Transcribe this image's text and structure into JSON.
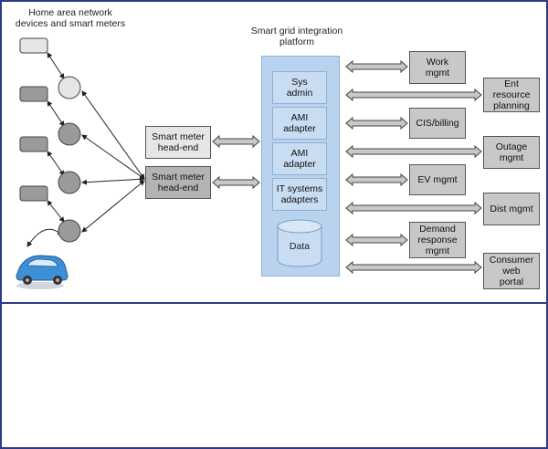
{
  "labels": {
    "home_area_title": "Home area network\ndevices and smart meters",
    "platform_title": "Smart grid integration\nplatform"
  },
  "headends": [
    {
      "label": "Smart meter\nhead-end"
    },
    {
      "label": "Smart meter\nhead-end"
    }
  ],
  "platform_modules": [
    {
      "label": "Sys\nadmin"
    },
    {
      "label": "AMI\nadapter"
    },
    {
      "label": "AMI\nadapter"
    },
    {
      "label": "IT systems\nadapters"
    }
  ],
  "data_store": {
    "label": "Data"
  },
  "systems": [
    {
      "label": "Work\nmgmt"
    },
    {
      "label": "Ent\nresource\nplanning"
    },
    {
      "label": "CIS/billing"
    },
    {
      "label": "Outage\nmgmt"
    },
    {
      "label": "EV mgmt"
    },
    {
      "label": "Dist mgmt"
    },
    {
      "label": "Demand\nresponse\nmgmt"
    },
    {
      "label": "Consumer\nweb\nportal"
    }
  ],
  "colors": {
    "frame": "#2b3a8c",
    "platform": "#b9d3ef",
    "box_gray": "#c8c8c8",
    "device_light": "#e6e6e6",
    "device_dark": "#9a9a9a",
    "car": "#3d8fd6"
  }
}
